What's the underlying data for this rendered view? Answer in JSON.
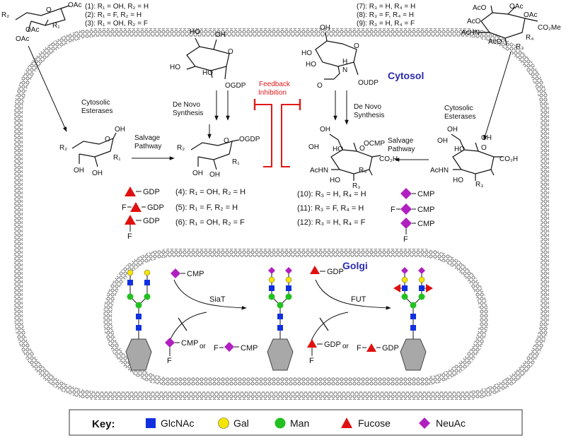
{
  "compounds_top_left": [
    "(1): R₁ = OH, R₂ = H",
    "(2): R₁ = F, R₂ = H",
    "(3): R₁ = OH, R₂ = F"
  ],
  "compounds_top_right": [
    "(7): R₃ = H, R₄ = H",
    "(8): R₃ = F, R₄ = H",
    "(9): R₃ = H, R₄ = F"
  ],
  "cytosol_label": "Cytosol",
  "golgi_label": "Golgi",
  "feedback_label": [
    "Feedback",
    "Inhibition"
  ],
  "left_esterases": [
    "Cytosolic",
    "Esterases"
  ],
  "right_esterases": [
    "Cytosolic",
    "Esterases"
  ],
  "left_denovo": [
    "De Novo",
    "Synthesis"
  ],
  "right_denovo": [
    "De Novo",
    "Synthesis"
  ],
  "left_salvage": [
    "Salvage",
    "Pathway"
  ],
  "right_salvage": [
    "Salvage",
    "Pathway"
  ],
  "gdp_products": [
    "(4): R₁ = OH, R₂ = H",
    "(5): R₁ = F, R₂ = H",
    "(6): R₁ = OH, R₂ = F"
  ],
  "cmp_products": [
    "(10): R₃ = H, R₄ = H",
    "(11): R₃ = F, R₄ = H",
    "(12): R₃ = H, R₄ = F"
  ],
  "mol_labels": {
    "OAc": "OAc",
    "OGDP": "OGDP",
    "OUDP": "OUDP",
    "OCMP": "OCMP",
    "OH": "OH",
    "HO": "HO",
    "AcHN": "AcHN",
    "AcO": "AcO",
    "CO2Me": "CO₂Me",
    "CO2H": "CO₂H",
    "R1": "R₁",
    "R2": "R₂",
    "R3": "R₃",
    "R4": "R₄",
    "N": "N",
    "O": "O",
    "H": "H"
  },
  "nucleotide_labels": {
    "GDP": "GDP",
    "CMP": "CMP",
    "F": "F",
    "or": "or"
  },
  "enzymes": {
    "siat": "SiaT",
    "fut": "FUT"
  },
  "key": {
    "title": "Key:",
    "items": [
      {
        "label": "GlcNAc",
        "shape": "square",
        "color": "#1030e0"
      },
      {
        "label": "Gal",
        "shape": "circle",
        "color": "#f5e600"
      },
      {
        "label": "Man",
        "shape": "circle",
        "color": "#22c020"
      },
      {
        "label": "Fucose",
        "shape": "triangle",
        "color": "#e01010"
      },
      {
        "label": "NeuAc",
        "shape": "diamond",
        "color": "#b020c0"
      }
    ]
  },
  "colors": {
    "membrane": "#555555",
    "inhibition": "#e01818",
    "label_blue": "#2a2ab0",
    "protein": "#a8a8a8"
  }
}
